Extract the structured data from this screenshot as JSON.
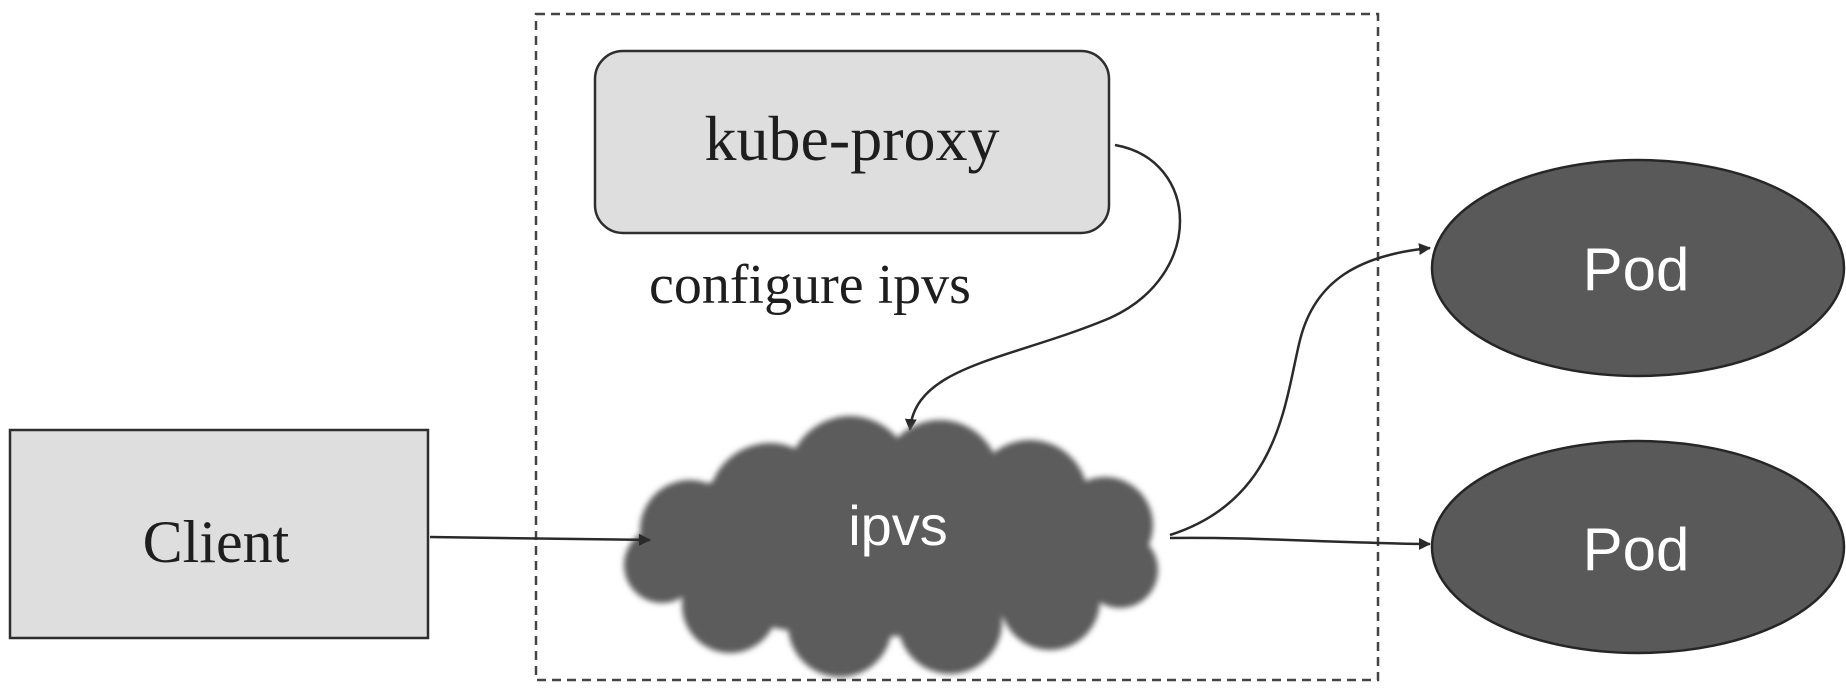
{
  "nodes": {
    "kube_proxy": "kube-proxy",
    "ipvs": "ipvs",
    "client": "Client",
    "pod_top": "Pod",
    "pod_bottom": "Pod"
  },
  "edges": {
    "kube_proxy_to_ipvs": "configure ipvs"
  },
  "colors": {
    "box_fill": "#dedede",
    "box_stroke": "#2e2e2e",
    "cloud_fill": "#5c5c5c",
    "pod_fill": "#595959",
    "pod_stroke": "#262626",
    "arrow": "#2a2a2a",
    "dashed_border": "#444444",
    "white_text": "#ffffff",
    "dark_text": "#1e1e1e"
  }
}
